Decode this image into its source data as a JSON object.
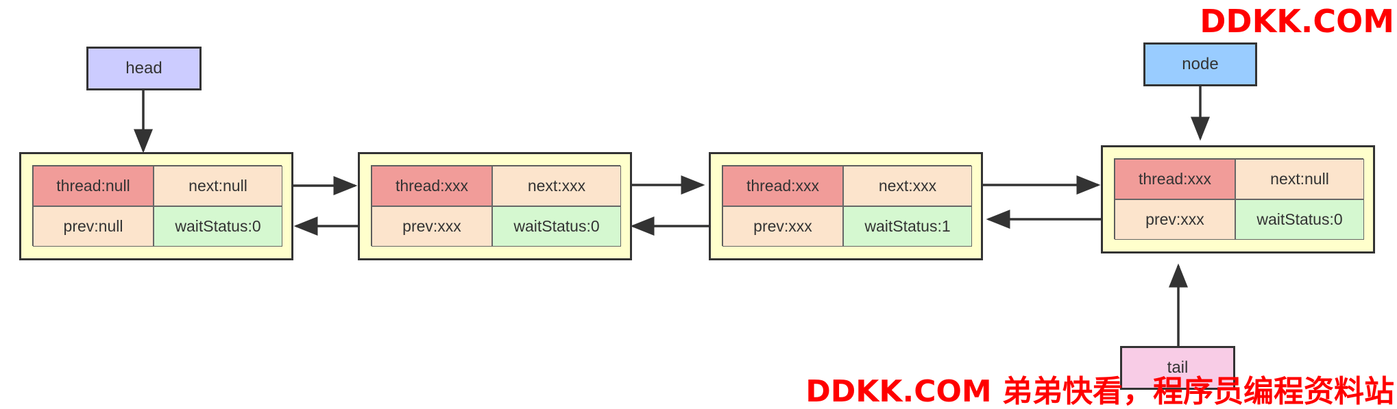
{
  "pointers": {
    "head": "head",
    "node": "node",
    "tail": "tail"
  },
  "nodes": [
    {
      "thread": "thread:null",
      "next": "next:null",
      "prev": "prev:null",
      "wait_status": "waitStatus:0"
    },
    {
      "thread": "thread:xxx",
      "next": "next:xxx",
      "prev": "prev:xxx",
      "wait_status": "waitStatus:0"
    },
    {
      "thread": "thread:xxx",
      "next": "next:xxx",
      "prev": "prev:xxx",
      "wait_status": "waitStatus:1"
    },
    {
      "thread": "thread:xxx",
      "next": "next:null",
      "prev": "prev:xxx",
      "wait_status": "waitStatus:0"
    }
  ],
  "watermarks": {
    "top": "DDKK.COM",
    "bottom": "DDKK.COM 弟弟快看，程序员编程资料站"
  },
  "colors": {
    "node_background": "#ffffcc",
    "thread_cell": "#f19c99",
    "next_prev_cell": "#fce4cc",
    "wait_status_cell": "#d5f8d0",
    "head_box": "#ccccff",
    "node_box": "#99ccff",
    "tail_box": "#f8cce6",
    "arrow": "#333333",
    "watermark": "#ff0000"
  }
}
